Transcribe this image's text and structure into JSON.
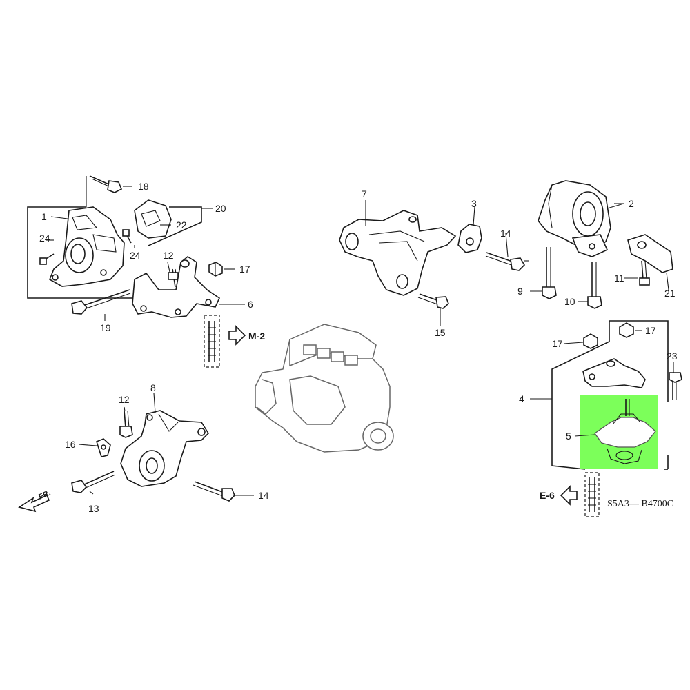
{
  "diagram": {
    "part_numbers": {
      "p1": "1",
      "p2": "2",
      "p3": "3",
      "p4": "4",
      "p5": "5",
      "p6": "6",
      "p7": "7",
      "p8": "8",
      "p9": "9",
      "p10": "10",
      "p11": "11",
      "p12a": "12",
      "p12b": "12",
      "p13": "13",
      "p14a": "14",
      "p14b": "14",
      "p15": "15",
      "p16": "16",
      "p17a": "17",
      "p17b": "17",
      "p17c": "17",
      "p18": "18",
      "p19": "19",
      "p20": "20",
      "p21": "21",
      "p22": "22",
      "p23": "23",
      "p24a": "24",
      "p24b": "24"
    },
    "references": {
      "m2": "M-2",
      "e6": "E-6"
    },
    "front_indicator": "FR.",
    "diagram_code": "S5A3— B4700C",
    "highlight": {
      "part": "5",
      "color": "#7cff5a"
    }
  }
}
